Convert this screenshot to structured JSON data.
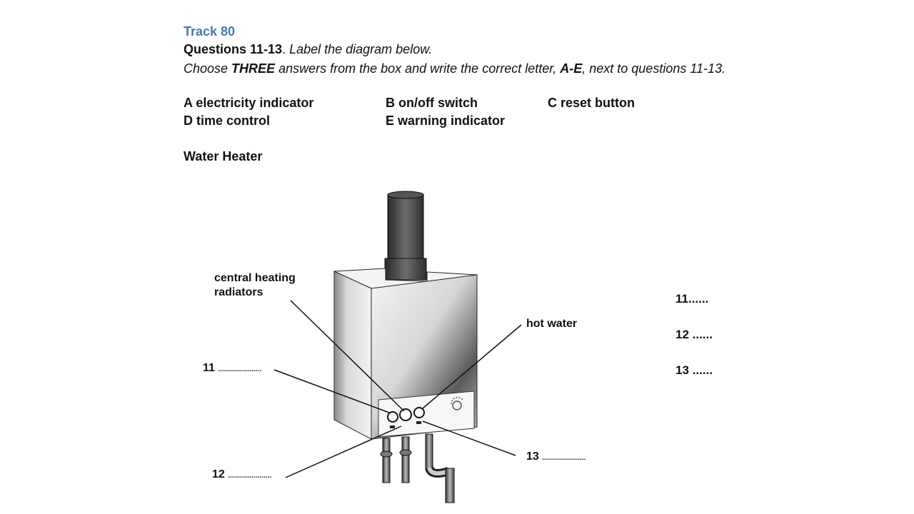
{
  "track": "Track 80",
  "questions": {
    "range": "Questions 11-13",
    "task": "Label the diagram below.",
    "instr_pre": "Choose ",
    "instr_three": "THREE",
    "instr_mid": " answers from the box and write the correct letter, ",
    "instr_letters": "A-E",
    "instr_post": ", next to questions 11-13."
  },
  "options": [
    {
      "text": "A electricity indicator"
    },
    {
      "text": "B on/off switch"
    },
    {
      "text": "C reset button"
    },
    {
      "text": "D time control"
    },
    {
      "text": "E warning indicator"
    }
  ],
  "diagram": {
    "title": "Water Heater",
    "label_central_1": "central heating",
    "label_central_2": "radiators",
    "label_hot_water": "hot water",
    "callout_11": "11",
    "callout_12": "12",
    "callout_13": "13",
    "blank_dots": "......................"
  },
  "answers": [
    {
      "text": "11......"
    },
    {
      "text": "12 ......"
    },
    {
      "text": "13 ......"
    }
  ]
}
